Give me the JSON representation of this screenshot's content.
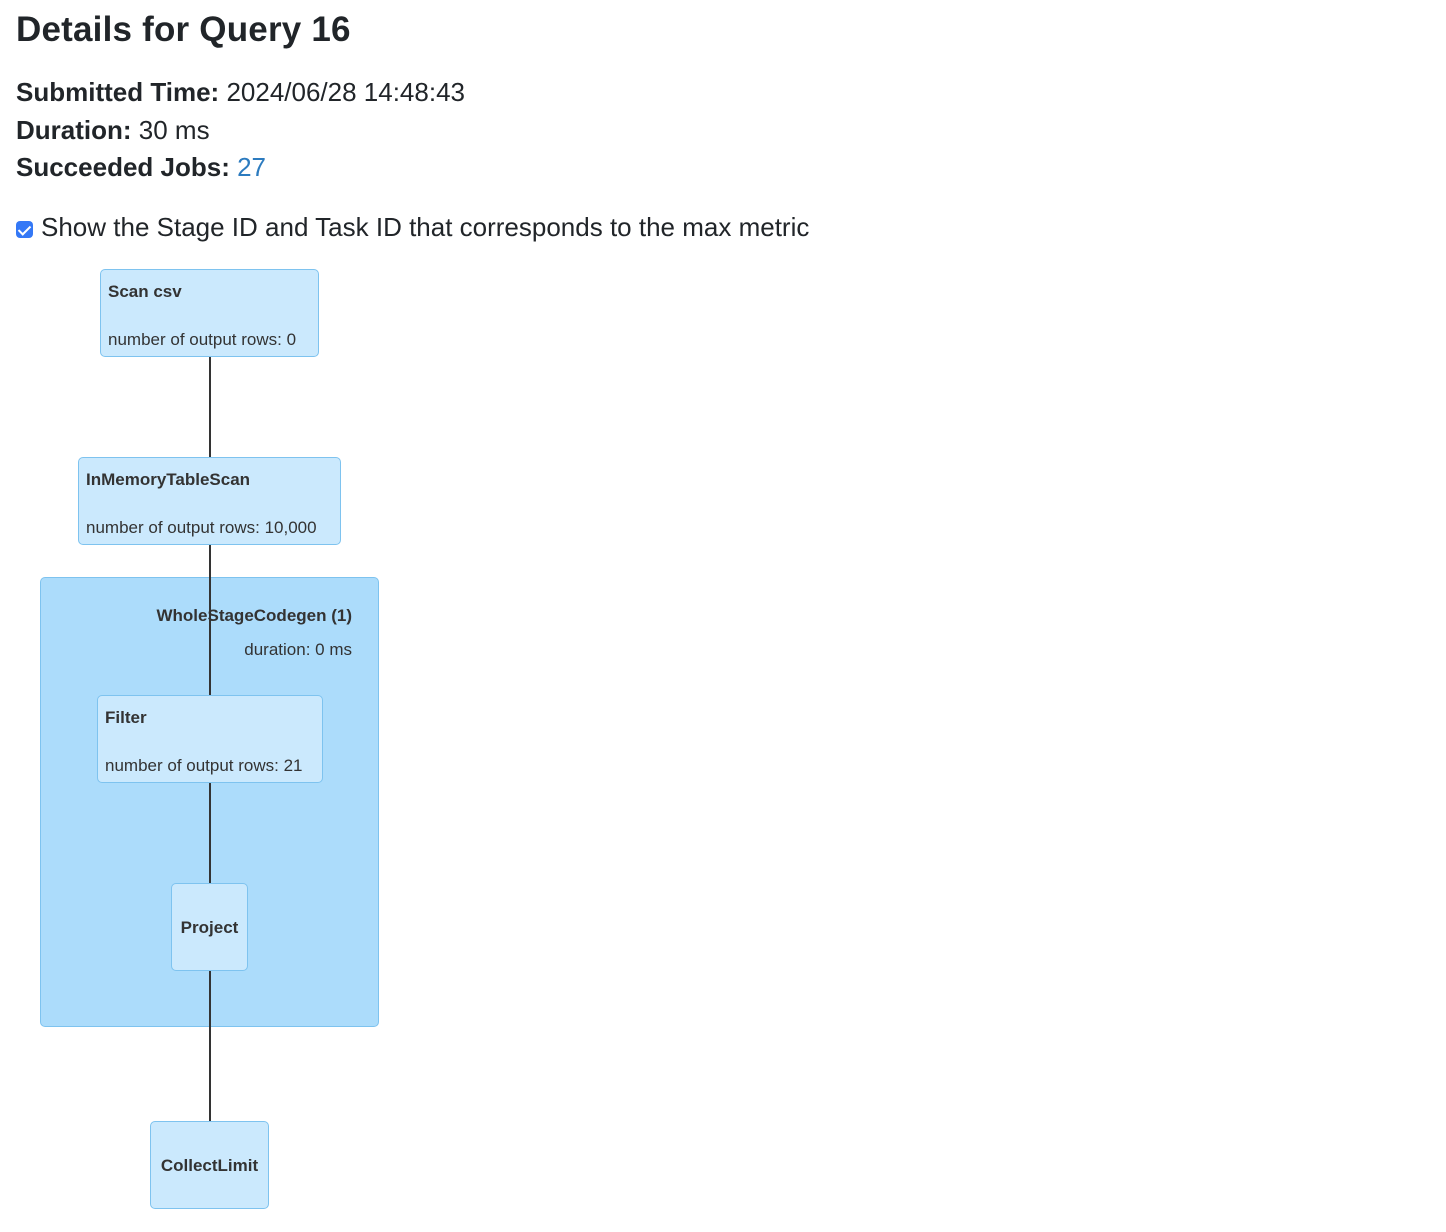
{
  "page": {
    "title": "Details for Query 16",
    "submitted_time_label": "Submitted Time:",
    "submitted_time_value": "2024/06/28 14:48:43",
    "duration_label": "Duration:",
    "duration_value": "30 ms",
    "succeeded_jobs_label": "Succeeded Jobs:",
    "succeeded_jobs_value": "27",
    "max_metric_checkbox_label": "Show the Stage ID and Task ID that corresponds to the max metric",
    "max_metric_checked": true,
    "link_color": "#2c7bbf"
  },
  "plan": {
    "scan_csv": {
      "name": "Scan csv",
      "metric": "number of output rows: 0"
    },
    "in_memory_table_scan": {
      "name": "InMemoryTableScan",
      "metric": "number of output rows: 10,000"
    },
    "whole_stage_codegen": {
      "name": "WholeStageCodegen (1)",
      "metric": "duration: 0 ms"
    },
    "filter": {
      "name": "Filter",
      "metric": "number of output rows: 21"
    },
    "project": {
      "name": "Project"
    },
    "collect_limit": {
      "name": "CollectLimit"
    },
    "colors": {
      "node_fill": "#cbe9fd",
      "cluster_fill": "#acdcfb",
      "border": "#7ec3ef",
      "edge": "#333333"
    }
  }
}
